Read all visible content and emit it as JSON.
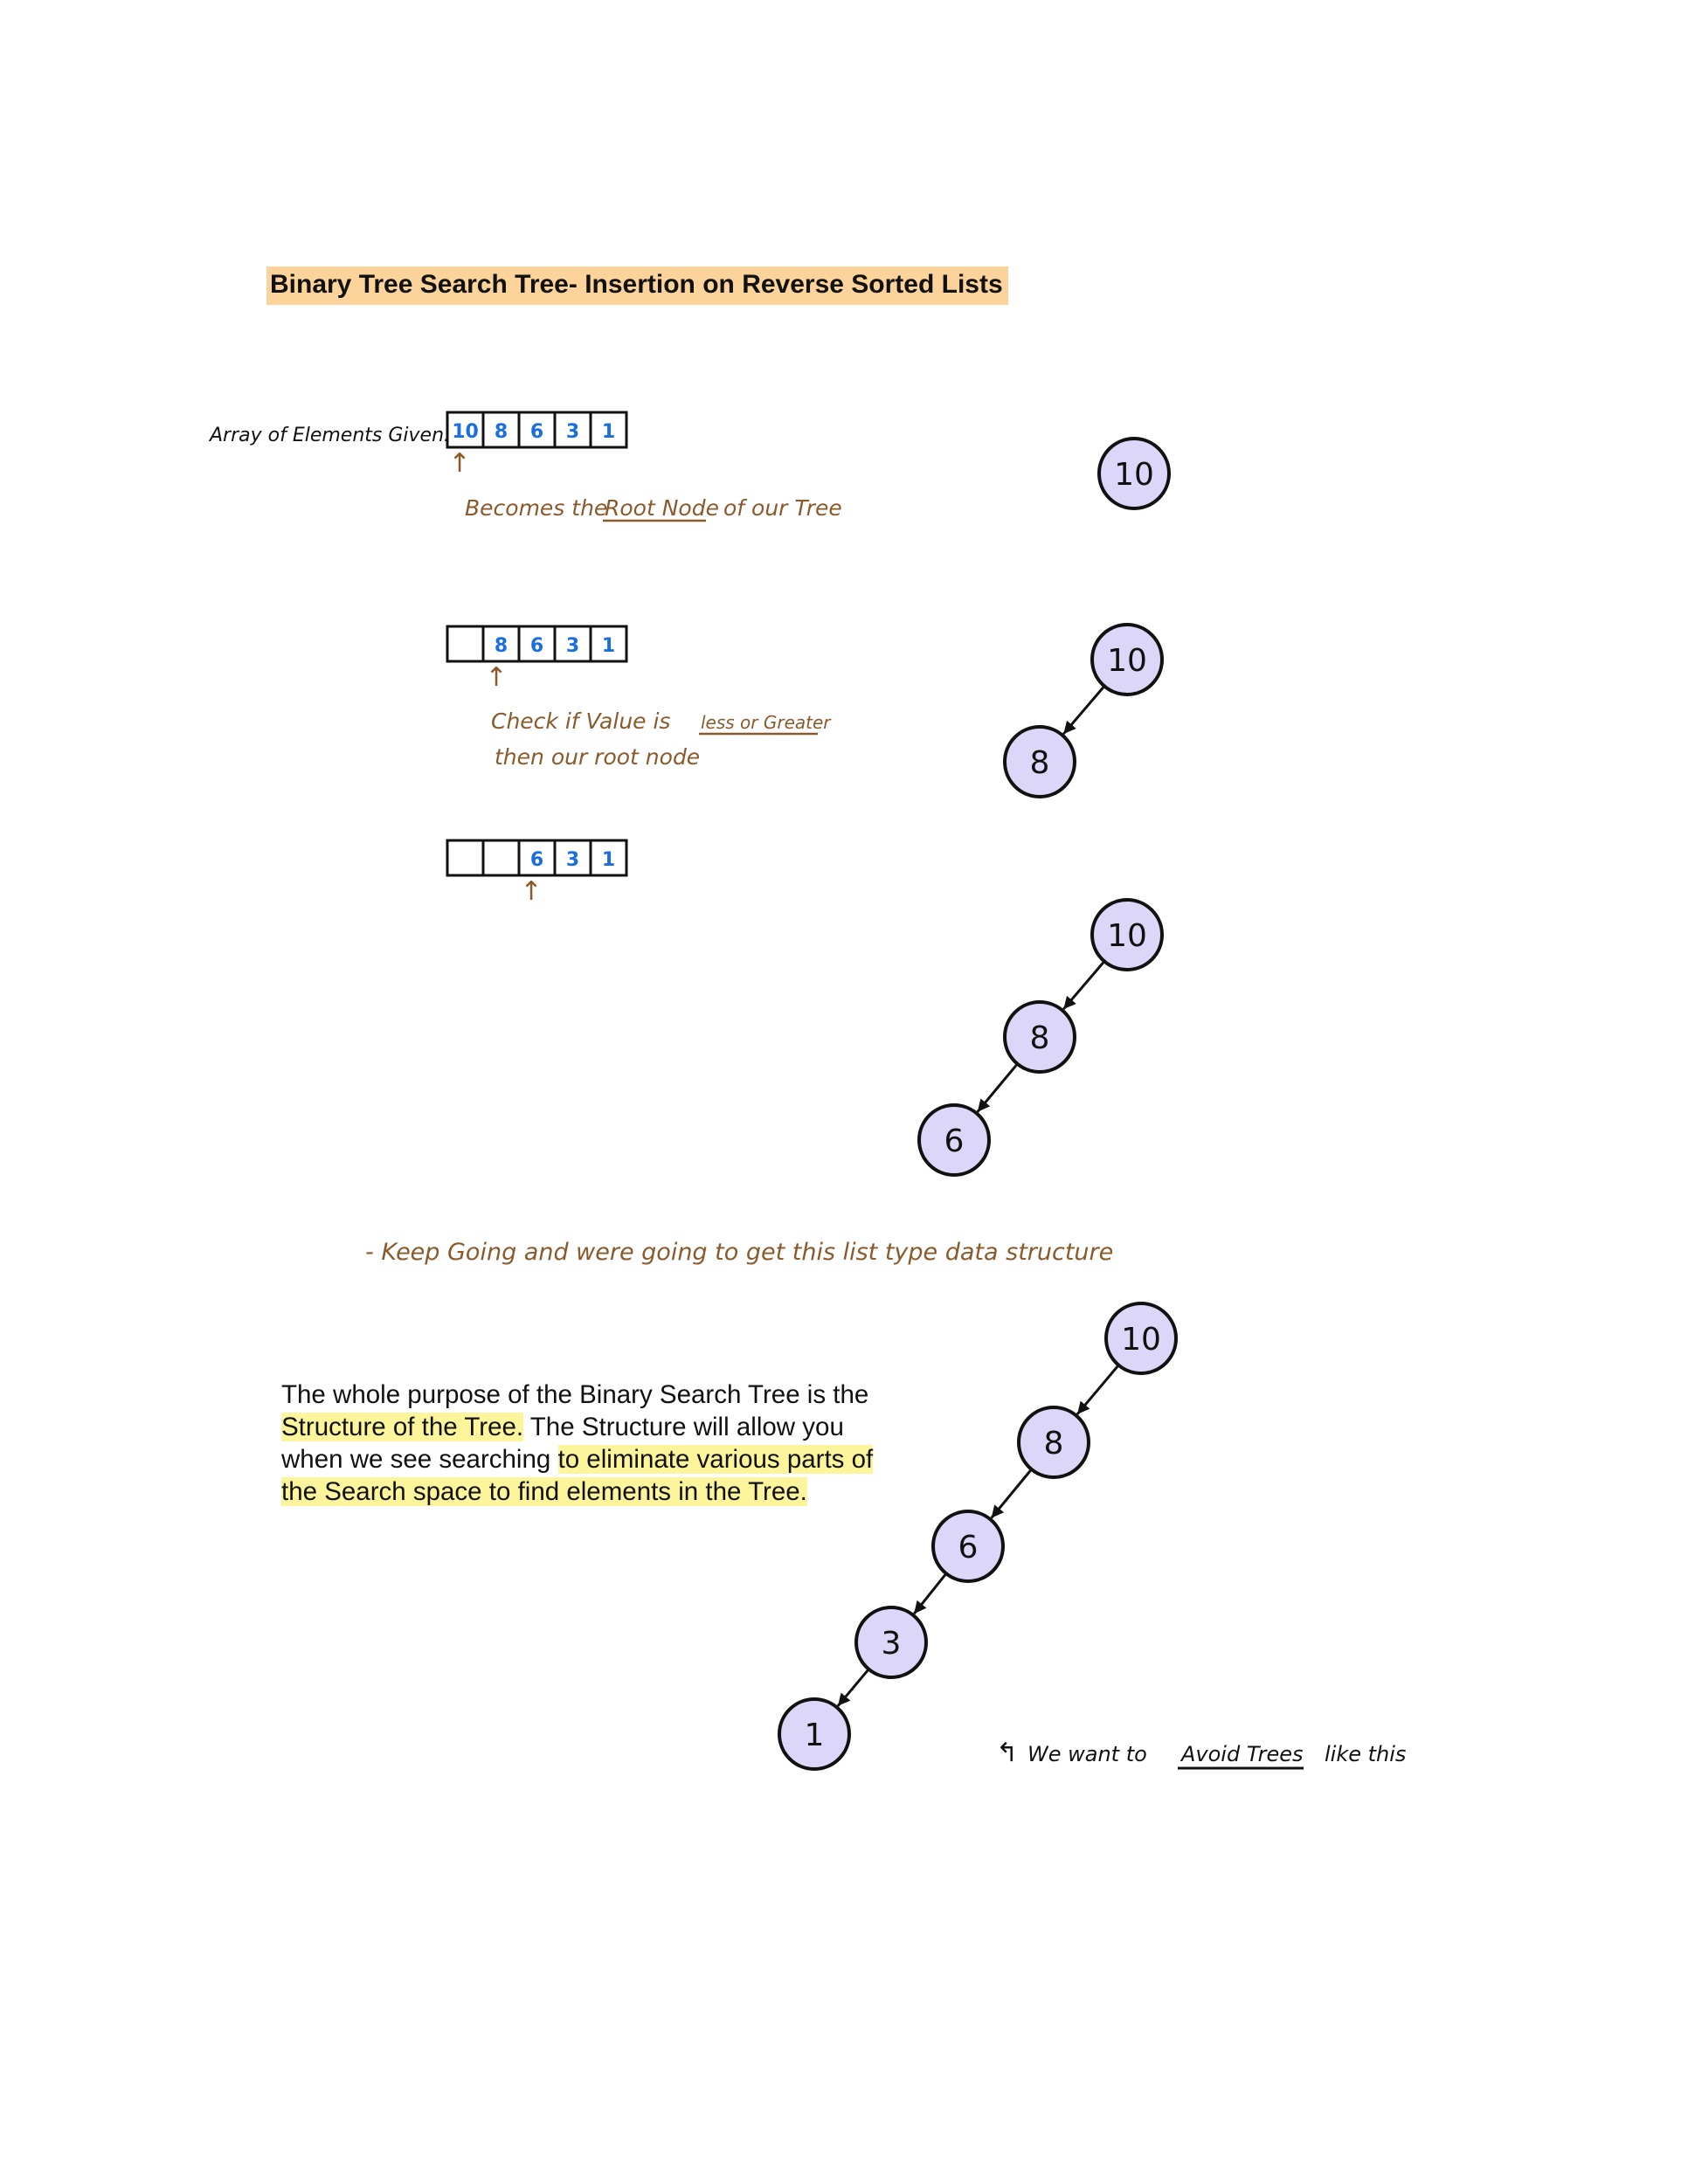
{
  "title": "Binary Tree Search Tree- Insertion on Reverse Sorted Lists",
  "array_label": "Array of Elements Given:",
  "arrays": [
    {
      "cells": [
        "10",
        "8",
        "6",
        "3",
        "1"
      ]
    },
    {
      "cells": [
        "",
        "8",
        "6",
        "3",
        "1"
      ]
    },
    {
      "cells": [
        "",
        "",
        "6",
        "3",
        "1"
      ]
    }
  ],
  "annotations": {
    "root_prefix": "Becomes the",
    "root_underlined": "Root Node",
    "root_suffix": "of our Tree",
    "check_prefix": "Check if Value is",
    "check_underlined": "less or Greater",
    "check_line2": "then our root node",
    "keep_going": "- Keep Going and were going to get this list type data structure",
    "avoid_prefix": "We want to",
    "avoid_underlined": "Avoid Trees",
    "avoid_suffix": "like this"
  },
  "paragraph": {
    "part1": "The whole purpose of the Binary Search Tree is the ",
    "highlight1": "Structure of the Tree.",
    "part2": " The Structure will allow you when we see searching ",
    "highlight2": "to eliminate various parts of the Search space to find elements in the Tree."
  },
  "trees": [
    {
      "nodes": [
        "10"
      ]
    },
    {
      "nodes": [
        "10",
        "8"
      ]
    },
    {
      "nodes": [
        "10",
        "8",
        "6"
      ]
    },
    {
      "nodes": [
        "10",
        "8",
        "6",
        "3",
        "1"
      ]
    }
  ],
  "colors": {
    "node_fill": "#dcd6f8",
    "node_stroke": "#111111",
    "cell_text": "#1a6fe0",
    "handwriting_brown": "#8a5a2b",
    "title_highlight": "#fcd39a",
    "text_highlight": "#fdf59c"
  }
}
